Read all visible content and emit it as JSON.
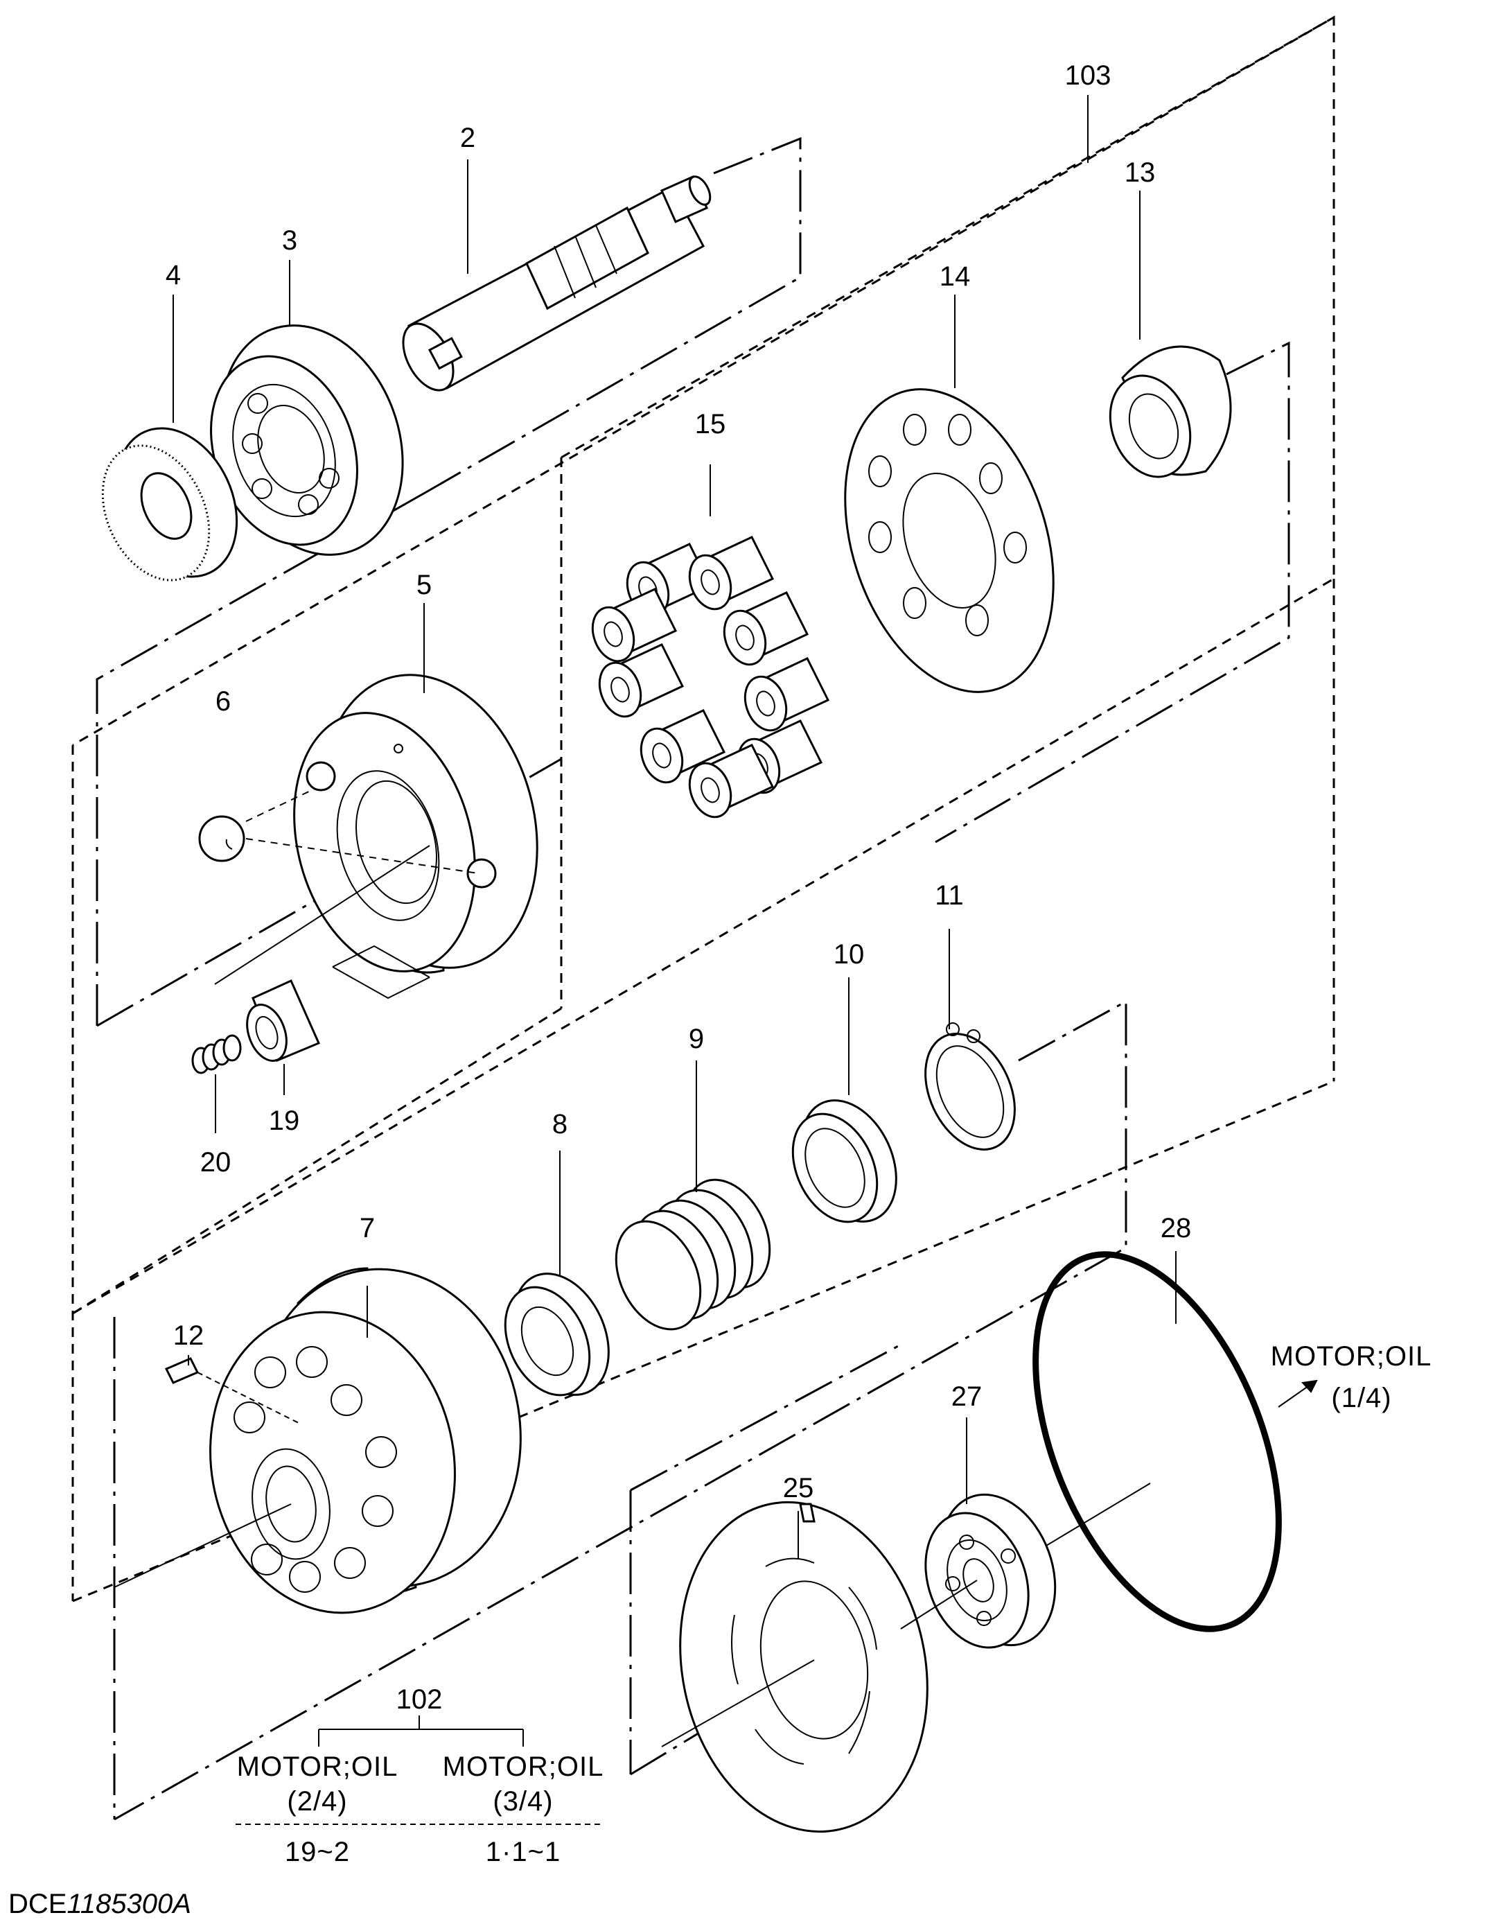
{
  "diagram": {
    "part_labels": {
      "p2": "2",
      "p3": "3",
      "p4": "4",
      "p5": "5",
      "p6": "6",
      "p7": "7",
      "p8": "8",
      "p9": "9",
      "p10": "10",
      "p11": "11",
      "p12": "12",
      "p13": "13",
      "p14": "14",
      "p15": "15",
      "p19": "19",
      "p20": "20",
      "p25": "25",
      "p27": "27",
      "p28": "28",
      "p102": "102",
      "p103": "103"
    },
    "reference_right": {
      "title": "MOTOR;OIL",
      "page": "(1/4)"
    },
    "reference_left": {
      "title": "MOTOR;OIL",
      "page": "(2/4)",
      "ref": "19~2"
    },
    "reference_mid": {
      "title": "MOTOR;OIL",
      "page": "(3/4)",
      "ref": "1·1~1"
    },
    "drawing_code_prefix": "DCE",
    "drawing_code_number": "1185300A"
  }
}
